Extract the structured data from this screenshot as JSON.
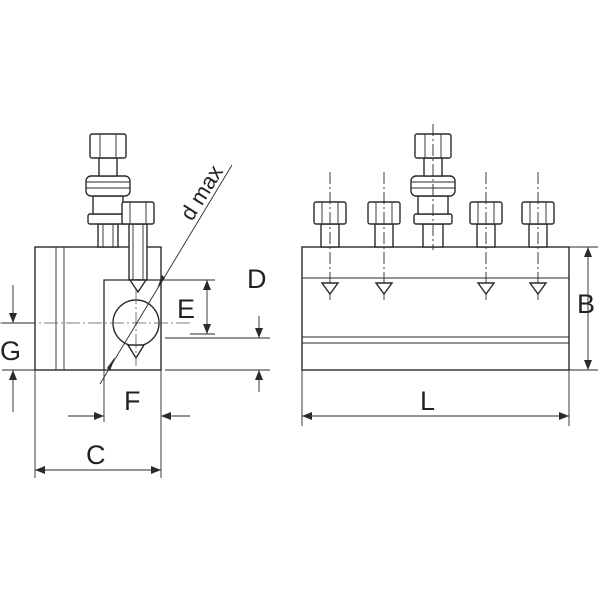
{
  "labels": {
    "d": "d max",
    "e": "E",
    "d_dim": "D",
    "g": "G",
    "f": "F",
    "c": "C",
    "l": "L",
    "b": "B"
  },
  "colors": {
    "line": "#2a2a2a",
    "background": "#ffffff"
  }
}
